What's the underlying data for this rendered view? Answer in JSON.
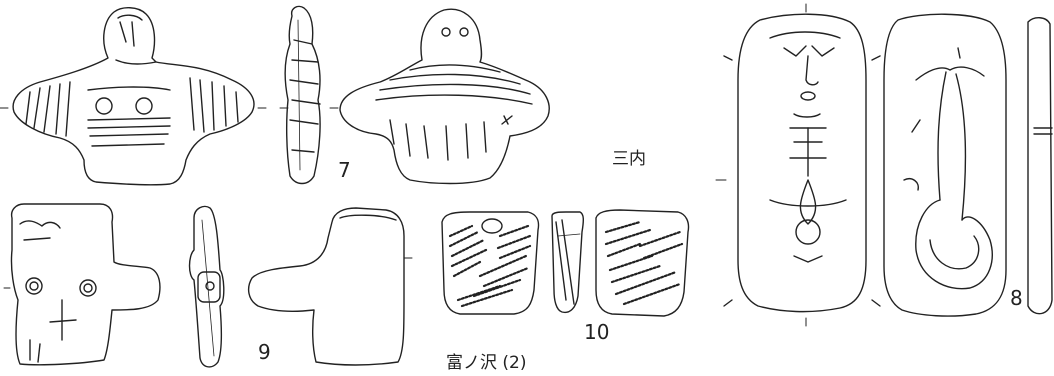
{
  "figures": [
    {
      "id": "fig-7",
      "number": "7"
    },
    {
      "id": "fig-8",
      "number": "8"
    },
    {
      "id": "fig-9",
      "number": "9"
    },
    {
      "id": "fig-10",
      "number": "10"
    }
  ],
  "site_labels": {
    "sannai": "三内",
    "tominosawa": "富ノ沢 (2)"
  },
  "colors": {
    "ink": "#222222",
    "paper": "#ffffff"
  }
}
